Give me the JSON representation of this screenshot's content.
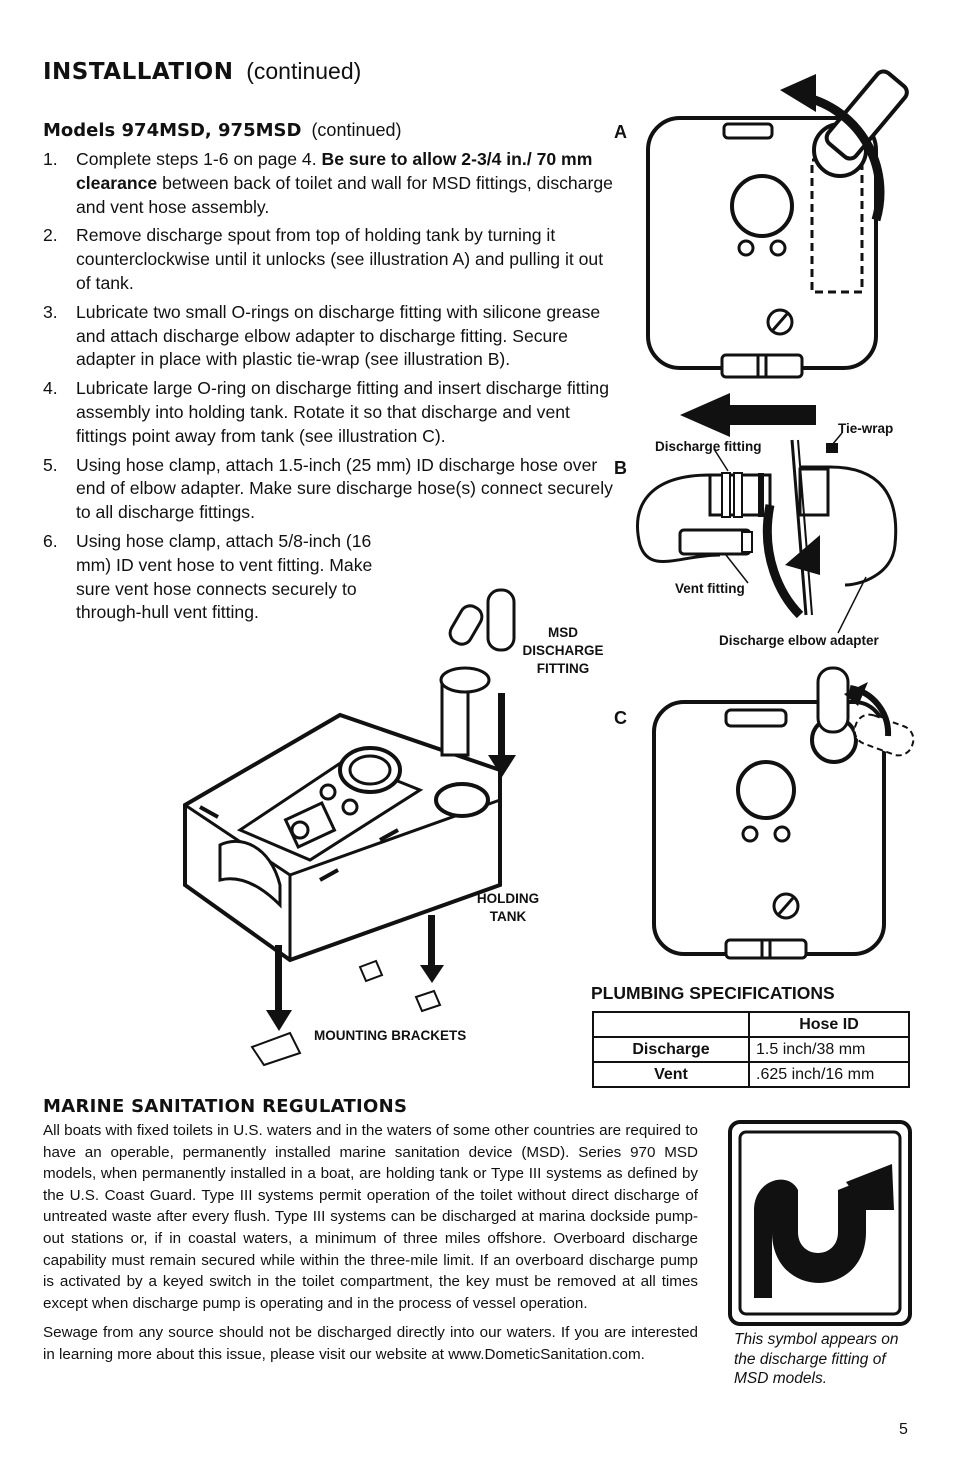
{
  "header": {
    "title_bold": "INSTALLATION",
    "title_rest": "(continued)"
  },
  "section": {
    "title_bold": "Models 974MSD, 975MSD",
    "title_rest": "(continued)"
  },
  "steps": [
    {
      "num": "1.",
      "pre": "Complete steps 1-6 on page 4. ",
      "bold": "Be sure to allow 2-3/4 in./ 70 mm clearance",
      "post": " between back of toilet and wall for MSD fittings, discharge and vent hose assembly."
    },
    {
      "num": "2.",
      "text": "Remove discharge spout from top of holding tank by turning it counterclockwise until it unlocks (see illustration A) and pulling it out of tank."
    },
    {
      "num": "3.",
      "text": "Lubricate two small O-rings on discharge fitting with silicone grease and attach discharge elbow adapter to discharge fitting. Secure adapter in place with plastic tie-wrap (see illustration B)."
    },
    {
      "num": "4.",
      "text": "Lubricate large O-ring on discharge fitting and insert discharge fitting assembly into holding tank. Rotate it so that discharge and vent fittings point away from tank (see illustration C)."
    },
    {
      "num": "5.",
      "text": "Using hose clamp, attach 1.5-inch (25 mm) ID discharge hose over end of elbow adapter. Make sure discharge hose(s) connect securely to all discharge fittings."
    },
    {
      "num": "6.",
      "text": "Using hose clamp, attach 5/8-inch (16 mm) ID vent hose to vent fitting. Make sure vent hose connects securely to through-hull vent fitting."
    }
  ],
  "figure_labels": {
    "a": "A",
    "b": "B",
    "c": "C",
    "tie_wrap": "Tie-wrap",
    "discharge_fitting": "Discharge fitting",
    "vent_fitting": "Vent fitting",
    "discharge_elbow_adapter": "Discharge elbow adapter",
    "msd_line1": "MSD",
    "msd_line2": "DISCHARGE",
    "msd_line3": "FITTING",
    "holding_line1": "HOLDING",
    "holding_line2": "TANK",
    "mounting_brackets": "MOUNTING BRACKETS"
  },
  "plumbing": {
    "title": "PLUMBING SPECIFICATIONS",
    "header": [
      "",
      "Hose ID"
    ],
    "rows": [
      [
        "Discharge",
        "1.5 inch/38 mm"
      ],
      [
        "Vent",
        ".625 inch/16 mm"
      ]
    ]
  },
  "regulations": {
    "title": "MARINE SANITATION REGULATIONS",
    "p1": "All boats with fixed toilets in U.S. waters and in the waters of some other countries are required to have an operable, permanently installed marine sanitation device (MSD). Series 970 MSD models, when permanently installed in a boat, are holding tank or Type III systems as defined by the U.S. Coast Guard. Type III systems permit operation of the toilet without direct discharge of untreated waste after every flush. Type III systems can be discharged at marina dockside pump-out stations or, if in coastal waters, a minimum of three miles offshore. Overboard discharge capability must remain secured while within the three-mile limit. If an overboard discharge pump is activated by a keyed switch in the toilet compartment, the key must be removed at all times except when discharge pump is operating and in the process of vessel operation.",
    "p2": "Sewage from any source should not be discharged directly into our waters. If you are interested in learning more about this issue, please visit our website at www.DometicSanitation.com."
  },
  "symbol_caption": "This symbol appears on the discharge fitting of MSD models.",
  "page_number": "5"
}
